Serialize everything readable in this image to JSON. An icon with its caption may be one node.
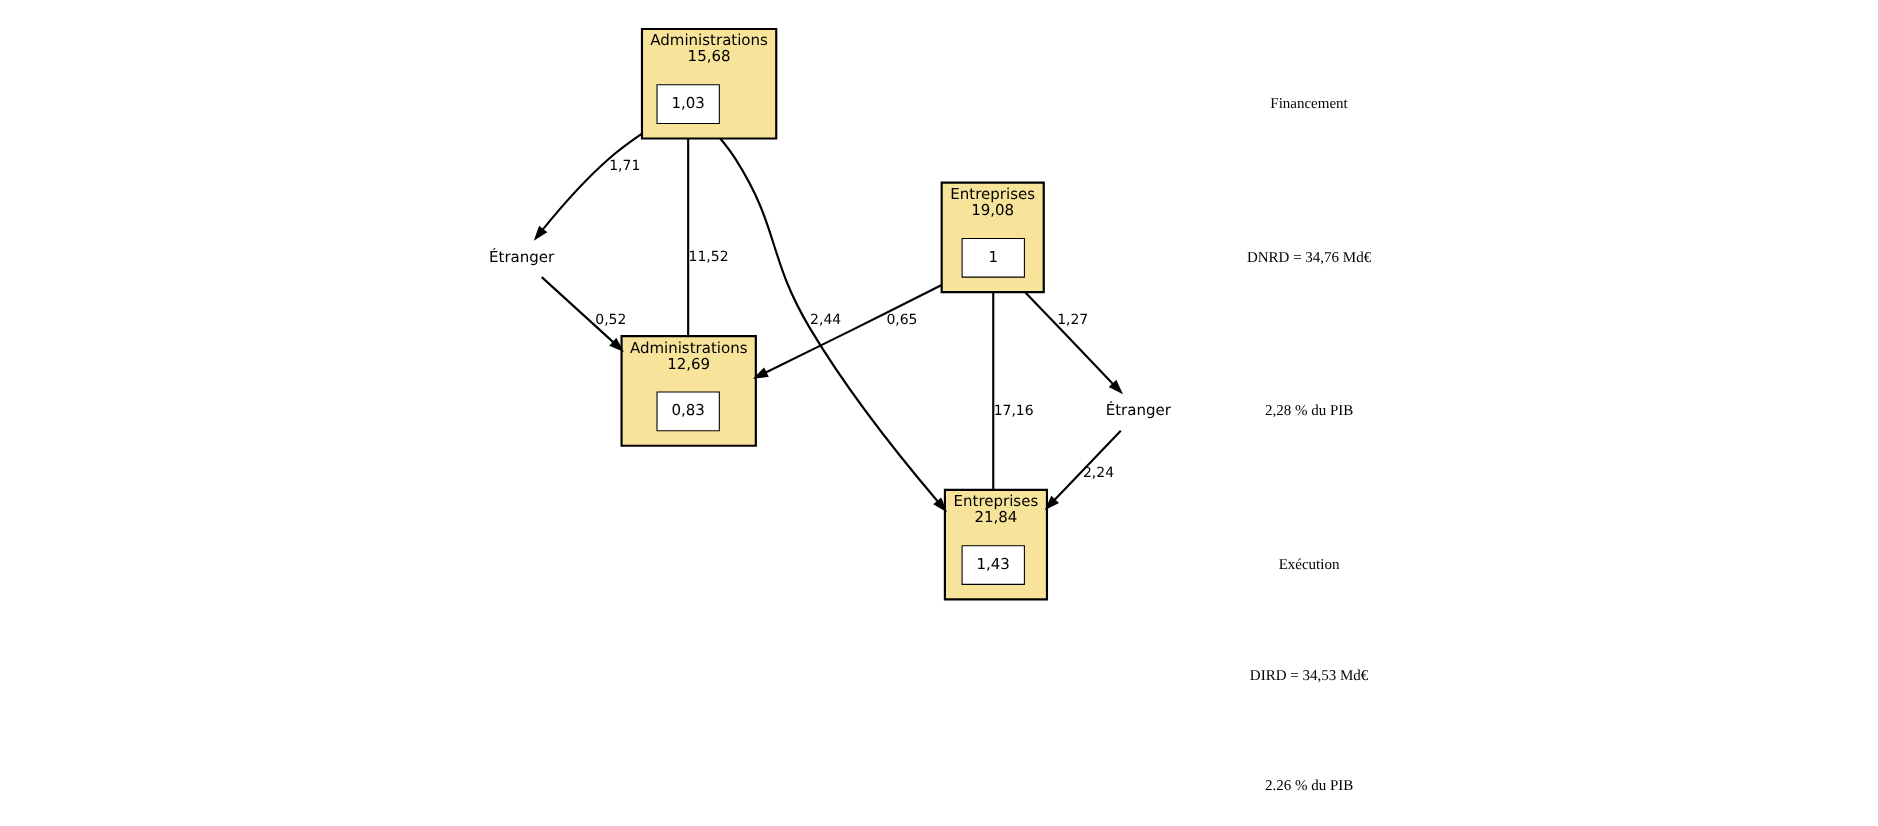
{
  "diagram": {
    "nodes": [
      {
        "text": [
          "Administrations",
          "15,68"
        ]
      },
      {
        "text": [
          "1,03"
        ],
        "in": 0
      },
      {
        "text": [
          "Entreprises",
          "19,08"
        ]
      },
      {
        "text": [
          "1"
        ],
        "in": 2
      },
      {
        "text": [
          "Étranger"
        ]
      },
      {
        "text": [
          "Étranger"
        ]
      },
      {
        "text": [
          "Administrations",
          "12,69"
        ]
      },
      {
        "text": [
          "0,83"
        ],
        "in": 6
      },
      {
        "text": [
          "Entreprises",
          "21,84"
        ]
      },
      {
        "text": [
          "1,43"
        ],
        "in": 8
      }
    ],
    "edges": [
      {
        "from": 0,
        "to": 4,
        "arrow": "to",
        "label": "1,71"
      },
      {
        "from": 0,
        "to": 6,
        "arrow": "none",
        "label": "11,52"
      },
      {
        "from": 0,
        "to": 8,
        "arrow": "to",
        "label": "2,44"
      },
      {
        "from": 2,
        "to": 6,
        "arrow": "to",
        "label": "0,65"
      },
      {
        "from": 2,
        "to": 8,
        "arrow": "none",
        "label": "17,16"
      },
      {
        "from": 2,
        "to": 5,
        "arrow": "to",
        "label": "1,27"
      },
      {
        "from": 4,
        "to": 6,
        "arrow": "to",
        "label": "0,52"
      },
      {
        "from": 5,
        "to": 8,
        "arrow": "to",
        "label": "2,24"
      }
    ],
    "labels": [
      "Financement",
      "DNRD = 34,76 Md€",
      "2,28 % du PIB",
      "Exécution",
      "DIRD = 34,53 Md€",
      "2.26 % du PIB"
    ]
  }
}
